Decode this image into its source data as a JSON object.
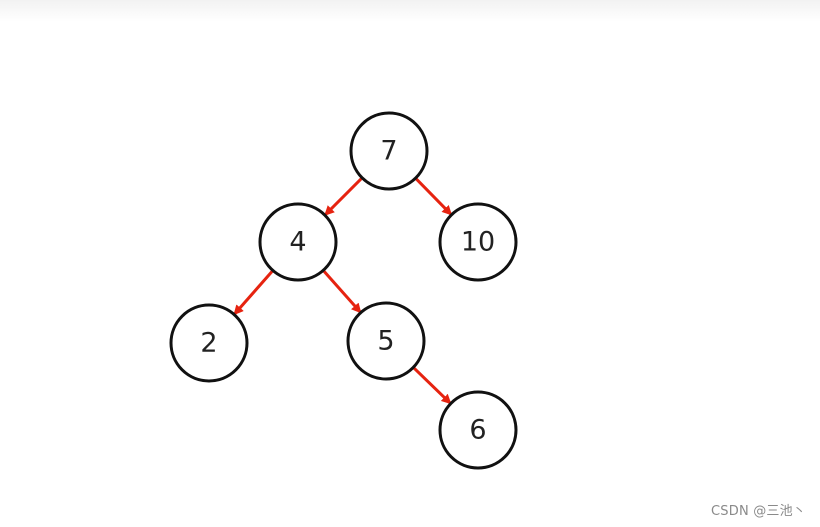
{
  "diagram": {
    "type": "binary-tree",
    "edge_color": "#e62310",
    "nodes": [
      {
        "id": "n7",
        "label": "7"
      },
      {
        "id": "n4",
        "label": "4"
      },
      {
        "id": "n10",
        "label": "10"
      },
      {
        "id": "n2",
        "label": "2"
      },
      {
        "id": "n5",
        "label": "5"
      },
      {
        "id": "n6",
        "label": "6"
      }
    ],
    "edges": [
      {
        "from": "n7",
        "to": "n4"
      },
      {
        "from": "n7",
        "to": "n10"
      },
      {
        "from": "n4",
        "to": "n2"
      },
      {
        "from": "n4",
        "to": "n5"
      },
      {
        "from": "n5",
        "to": "n6"
      }
    ]
  },
  "watermark": "CSDN @三池丶"
}
